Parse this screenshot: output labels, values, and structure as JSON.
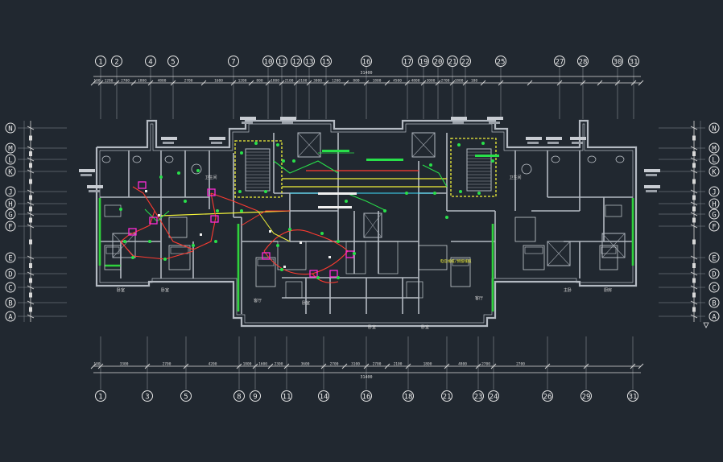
{
  "axes_top": [
    "1",
    "2",
    "4",
    "5",
    "7",
    "10",
    "11",
    "12",
    "13",
    "15",
    "16",
    "17",
    "19",
    "20",
    "21",
    "22",
    "25",
    "27",
    "28",
    "30",
    "31"
  ],
  "axes_bottom": [
    "1",
    "3",
    "5",
    "8",
    "9",
    "11",
    "14",
    "16",
    "18",
    "21",
    "23",
    "24",
    "26",
    "29",
    "31"
  ],
  "axes_rows": [
    "N",
    "M",
    "L",
    "K",
    "J",
    "H",
    "G",
    "F",
    "E",
    "D",
    "C",
    "B",
    "A"
  ],
  "dims_top": [
    "100",
    "1200",
    "2700",
    "1800",
    "4800",
    "2700",
    "1600",
    "1200",
    "800",
    "1800",
    "2100",
    "3100",
    "3000",
    "1200",
    "800",
    "1800",
    "4500",
    "4800",
    "3000",
    "2700",
    "1800",
    "100"
  ],
  "dims_bottom": [
    "100",
    "3300",
    "2700",
    "4200",
    "1800",
    "1600",
    "2300",
    "3600",
    "2700",
    "3100",
    "2700",
    "2100",
    "1800",
    "4800",
    "2700",
    "2700"
  ],
  "labels": {
    "total_top": "31400",
    "total_bottom": "31400",
    "callout_lower": "电信线缆/预留线缆",
    "room_tags": [
      "卧室",
      "卧室",
      "客厅",
      "卧室",
      "卧室",
      "卧室",
      "客厅",
      "主卧",
      "厨房",
      "卫生间",
      "卫生间"
    ]
  },
  "colors": {
    "background": "#212830",
    "wall": "#b4bac2",
    "dimension": "#d8d8d8",
    "cable_red": "#ff3b30",
    "cable_yellow": "#f2f23a",
    "cable_green": "#28e04a",
    "cable_magenta": "#ff2bd6",
    "cable_cyan": "#3ee0ff",
    "window_green": "#2fd23c"
  }
}
